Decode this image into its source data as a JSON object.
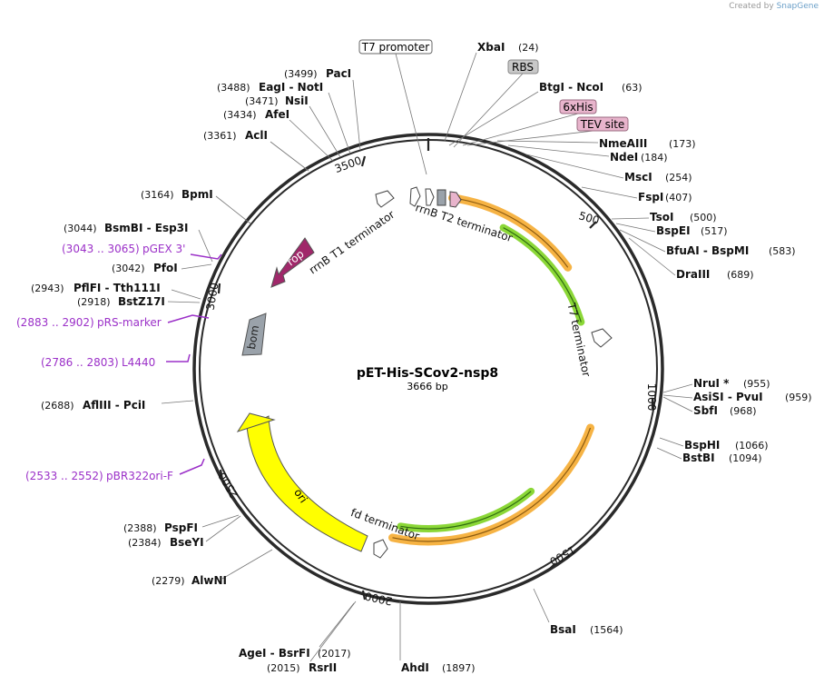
{
  "credit": {
    "prefix": "Created by",
    "brand": "SnapGene"
  },
  "plasmid": {
    "name": "pET-His-SCov2-nsp8",
    "length": "3666 bp"
  },
  "tick_labels": [
    "500",
    "1000",
    "1500",
    "2000",
    "2500",
    "3000",
    "3500"
  ],
  "enzymes": [
    {
      "name": "XbaI",
      "pos": "(24)"
    },
    {
      "name": "BtgI  -  NcoI",
      "pos": "(63)"
    },
    {
      "name": "NmeAIII",
      "pos": "(173)"
    },
    {
      "name": "NdeI",
      "pos": "(184)"
    },
    {
      "name": "MscI",
      "pos": "(254)"
    },
    {
      "name": "FspI",
      "pos": "(407)"
    },
    {
      "name": "TsoI",
      "pos": "(500)"
    },
    {
      "name": "BspEI",
      "pos": "(517)"
    },
    {
      "name": "BfuAI  -  BspMI",
      "pos": "(583)"
    },
    {
      "name": "DraIII",
      "pos": "(689)"
    },
    {
      "name": "NruI *",
      "pos": "(955)"
    },
    {
      "name": "AsiSI  -  PvuI",
      "pos": "(959)"
    },
    {
      "name": "SbfI",
      "pos": "(968)"
    },
    {
      "name": "BspHI",
      "pos": "(1066)"
    },
    {
      "name": "BstBI",
      "pos": "(1094)"
    },
    {
      "name": "BsaI",
      "pos": "(1564)"
    },
    {
      "name": "AhdI",
      "pos": "(1897)"
    },
    {
      "name": "AgeI  -  BsrFI",
      "pos": "(2017)"
    },
    {
      "name": "RsrII",
      "pos": "(2015)"
    },
    {
      "name": "AlwNI",
      "pos": "(2279)"
    },
    {
      "name": "PspFI",
      "pos": "(2388)"
    },
    {
      "name": "BseYI",
      "pos": "(2384)"
    },
    {
      "name": "AflIII  -  PciI",
      "pos": "(2688)"
    },
    {
      "name": "BstZ17I",
      "pos": "(2918)"
    },
    {
      "name": "PflFI  -  Tth111I",
      "pos": "(2943)"
    },
    {
      "name": "PfoI",
      "pos": "(3042)"
    },
    {
      "name": "BsmBI  -  Esp3I",
      "pos": "(3044)"
    },
    {
      "name": "BpmI",
      "pos": "(3164)"
    },
    {
      "name": "AclI",
      "pos": "(3361)"
    },
    {
      "name": "AfeI",
      "pos": "(3434)"
    },
    {
      "name": "NsiI",
      "pos": "(3471)"
    },
    {
      "name": "EagI  -  NotI",
      "pos": "(3488)"
    },
    {
      "name": "PacI",
      "pos": "(3499)"
    }
  ],
  "primers": [
    {
      "range": "(3043 .. 3065)",
      "name": "pGEX 3'"
    },
    {
      "range": "(2883 .. 2902)",
      "name": "pRS-marker"
    },
    {
      "range": "(2786 .. 2803)",
      "name": "L4440"
    },
    {
      "range": "(2533 .. 2552)",
      "name": "pBR322ori-F"
    }
  ],
  "boxed_labels": {
    "t7_promoter": "T7 promoter",
    "rbs": "RBS",
    "his": "6xHis",
    "tev": "TEV site"
  },
  "feature_labels": {
    "rop": "rop",
    "bom": "bom",
    "ori": "ori",
    "rrnb_t1": "rrnB T1 terminator",
    "rrnb_t2": "rrnB T2 terminator",
    "t7_term": "T7 terminator",
    "fd_term": "fd terminator"
  },
  "colors": {
    "backbone": "#2a2a2a",
    "cds_orange": "#f5a623",
    "cds_green": "#7ed321",
    "rop": "#a0286a",
    "ori": "#ffff00",
    "bom": "#9aa2aa",
    "primer": "#9b30c8",
    "rbs_box": "#c8c8c8",
    "his_box": "#e8b4cc"
  }
}
